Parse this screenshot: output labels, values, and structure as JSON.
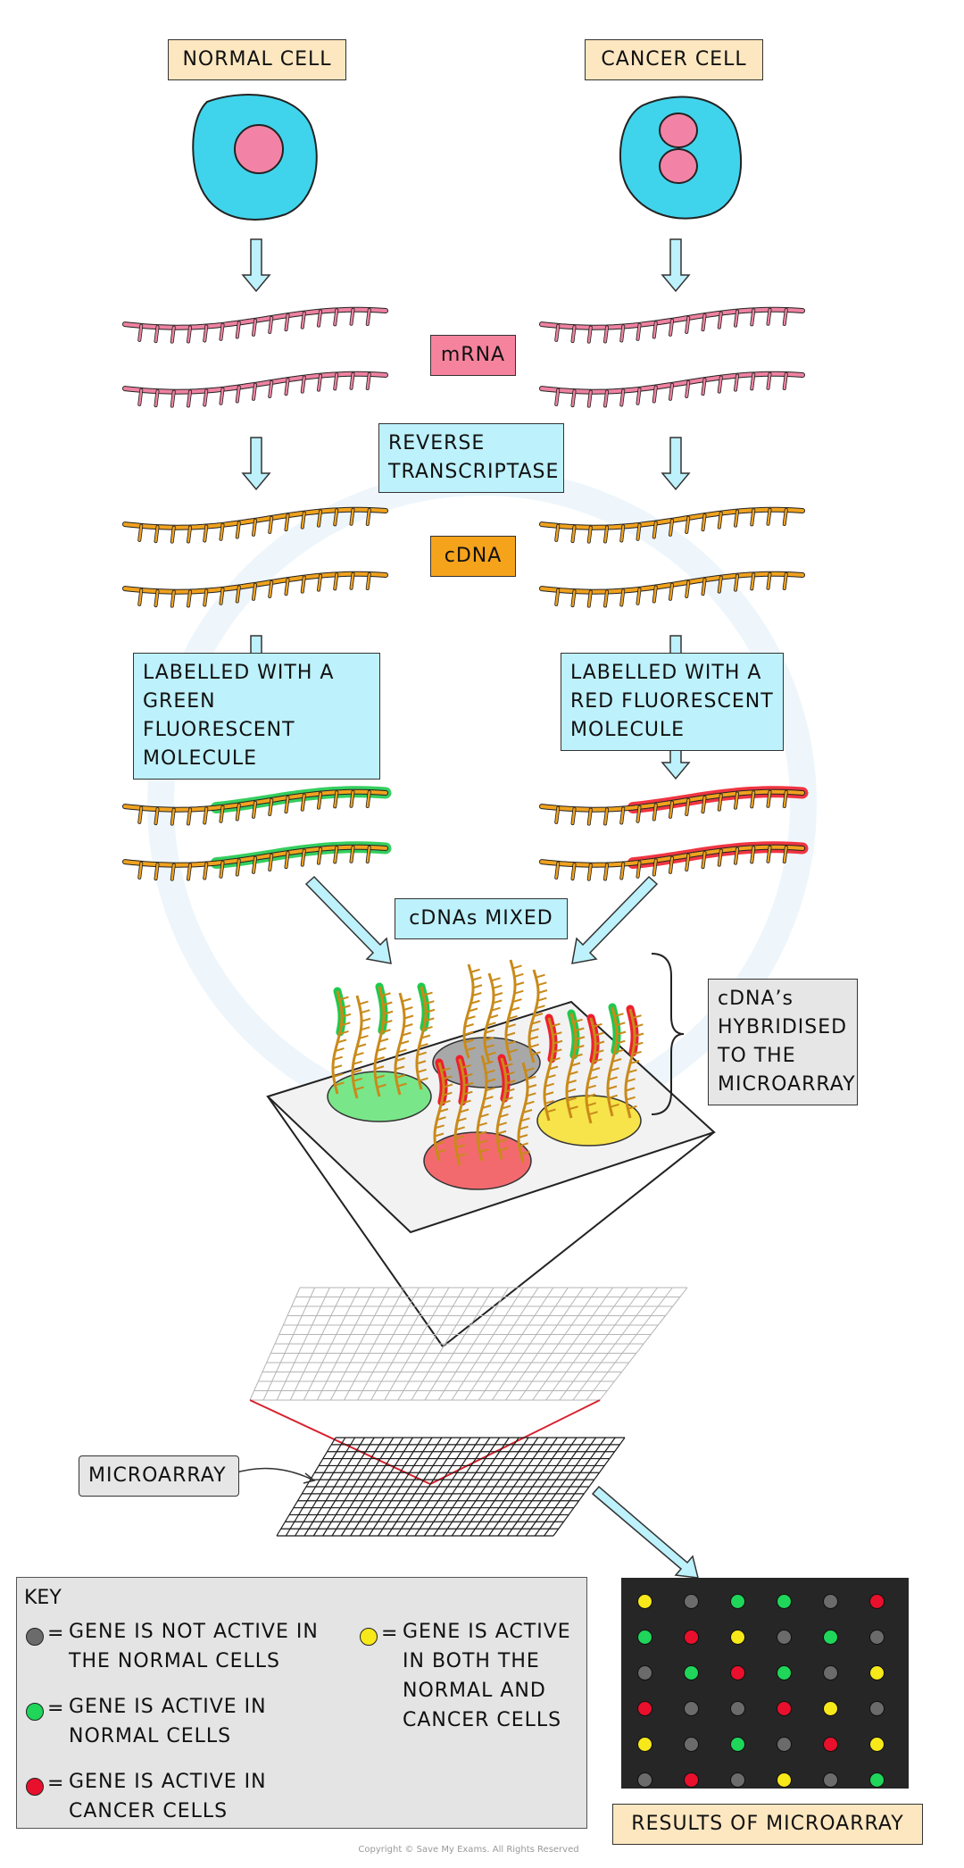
{
  "labels": {
    "normal_cell": "NORMAL CELL",
    "cancer_cell": "CANCER CELL",
    "mrna": "mRNA",
    "reverse_transcriptase_1": "REVERSE",
    "reverse_transcriptase_2": "TRANSCRIPTASE",
    "cdna": "cDNA",
    "green_label_1": "LABELLED WITH A",
    "green_label_2": "GREEN FLUORESCENT",
    "green_label_3": "MOLECULE",
    "red_label_1": "LABELLED WITH A",
    "red_label_2": "RED FLUORESCENT",
    "red_label_3": "MOLECULE",
    "cdnas_mixed": "cDNAs MIXED",
    "hybridised_1": "cDNA’s",
    "hybridised_2": "HYBRIDISED",
    "hybridised_3": "TO THE",
    "hybridised_4": "MICROARRAY",
    "microarray": "MICROARRAY",
    "results": "RESULTS OF MICROARRAY"
  },
  "key": {
    "title": "KEY",
    "grey_1": "GENE IS NOT ACTIVE IN",
    "grey_2": "THE NORMAL CELLS",
    "green_1": "GENE IS ACTIVE IN",
    "green_2": "NORMAL CELLS",
    "red_1": "GENE IS ACTIVE IN",
    "red_2": "CANCER CELLS",
    "yellow_1": "GENE IS ACTIVE",
    "yellow_2": "IN BOTH THE",
    "yellow_3": "NORMAL AND",
    "yellow_4": "CANCER CELLS",
    "equals": "="
  },
  "colors": {
    "grey": "#6b6b6b",
    "green": "#1fd55a",
    "red": "#e8102c",
    "yellow": "#f7e81a"
  },
  "results_grid": [
    [
      "yellow",
      "grey",
      "green",
      "green",
      "grey",
      "red"
    ],
    [
      "green",
      "red",
      "yellow",
      "grey",
      "green",
      "grey"
    ],
    [
      "grey",
      "green",
      "red",
      "green",
      "grey",
      "yellow"
    ],
    [
      "red",
      "grey",
      "grey",
      "red",
      "yellow",
      "grey"
    ],
    [
      "yellow",
      "grey",
      "green",
      "grey",
      "red",
      "yellow"
    ],
    [
      "grey",
      "red",
      "grey",
      "yellow",
      "grey",
      "green"
    ]
  ],
  "copyright": "Copyright © Save My Exams. All Rights Reserved"
}
